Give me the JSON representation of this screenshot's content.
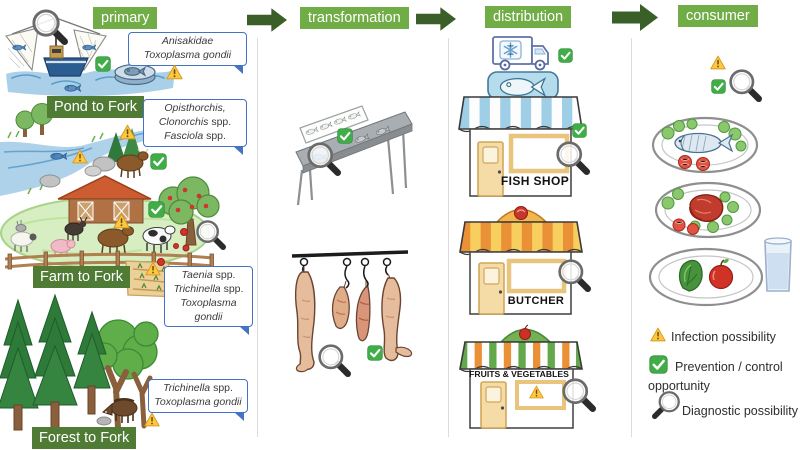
{
  "columns": [
    {
      "label": "primary"
    },
    {
      "label": "transformation"
    },
    {
      "label": "distribution"
    },
    {
      "label": "consumer"
    }
  ],
  "stages": {
    "pond": "Pond to Fork",
    "farm": "Farm to Fork",
    "forest": "Forest to Fork"
  },
  "bubbles": [
    {
      "context": "pond",
      "lines": [
        {
          "em": "Anisakidae",
          "rest": ""
        },
        {
          "em": "Toxoplasma gondii",
          "rest": ""
        }
      ]
    },
    {
      "context": "river",
      "lines": [
        {
          "em": "Opisthorchis,",
          "rest": ""
        },
        {
          "em": "Clonorchis",
          "rest": " spp."
        },
        {
          "em": "Fasciola",
          "rest": " spp."
        }
      ]
    },
    {
      "context": "farm",
      "lines": [
        {
          "em": "Taenia",
          "rest": " spp."
        },
        {
          "em": "Trichinella",
          "rest": " spp."
        },
        {
          "em": "Toxoplasma gondii",
          "rest": ""
        }
      ]
    },
    {
      "context": "forest",
      "lines": [
        {
          "em": "Trichinella",
          "rest": " spp."
        },
        {
          "em": "Toxoplasma gondii",
          "rest": ""
        }
      ]
    }
  ],
  "shops": [
    {
      "name": "FISH SHOP"
    },
    {
      "name": "BUTCHER"
    },
    {
      "name": "FRUITS & VEGETABLES"
    }
  ],
  "legend": {
    "infection": "Infection possibility",
    "prevention": "Prevention / control opportunity",
    "diagnostic": "Diagnostic possibility"
  },
  "icons": {
    "warning-icon": "yellow warning triangle ⚠",
    "check-icon": "green check box ✔",
    "magnifier-icon": "magnifying glass 🔍"
  },
  "colors": {
    "header_green": "#71ad47",
    "stage_label_green": "#4f7b35",
    "arrow_green": "#3a5f28",
    "bubble_border_blue": "#4472c4",
    "warning_yellow": "#ffc83d",
    "check_green": "#41ad49"
  }
}
